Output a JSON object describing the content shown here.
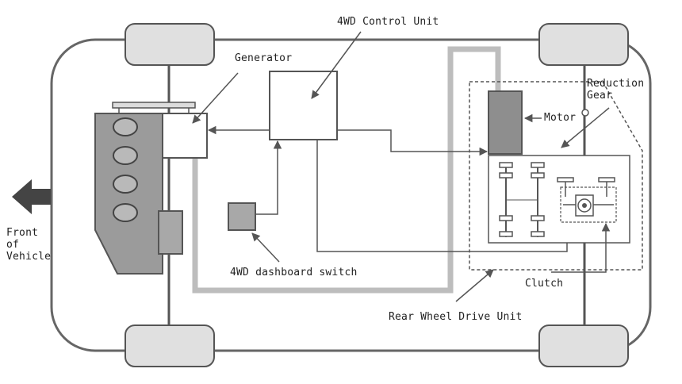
{
  "labels": {
    "control_unit": "4WD Control Unit",
    "generator": "Generator",
    "reduction_gear": "Reduction\nGear",
    "motor": "Motor",
    "front_of_vehicle": "Front\nof\nVehicle",
    "dashboard_switch": "4WD dashboard switch",
    "clutch": "Clutch",
    "rear_wheel_drive_unit": "Rear Wheel Drive Unit"
  },
  "colors": {
    "outline": "#555555",
    "wheel_fill": "#e0e0e0",
    "engine_fill": "#9b9b9b",
    "motor_fill": "#8e8e8e",
    "switch_fill": "#a8a8a8",
    "cable": "#bdbdbd",
    "text": "#222222"
  }
}
